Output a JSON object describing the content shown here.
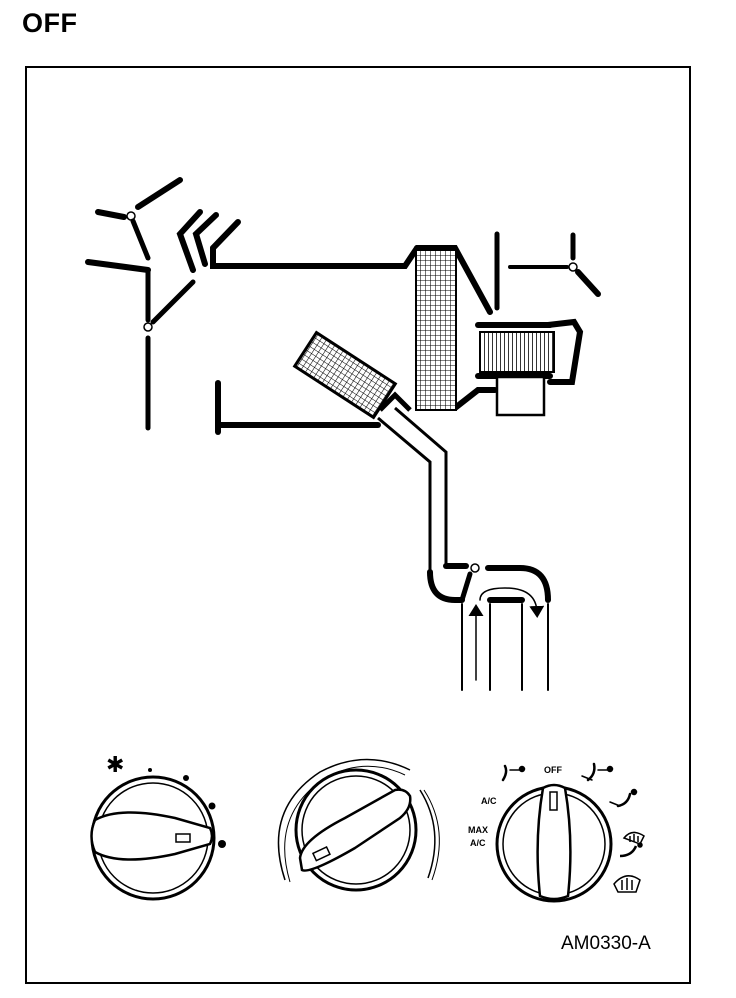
{
  "title": "OFF",
  "figure_code": "AM0330-A",
  "controls": {
    "mode_labels": {
      "off": "OFF",
      "ac": "A/C",
      "max_ac_line1": "MAX",
      "max_ac_line2": "A/C"
    }
  },
  "icons": [
    "fan-icon",
    "panel-vent-icon",
    "panel-floor-icon",
    "floor-icon",
    "floor-defrost-icon",
    "defrost-icon"
  ]
}
